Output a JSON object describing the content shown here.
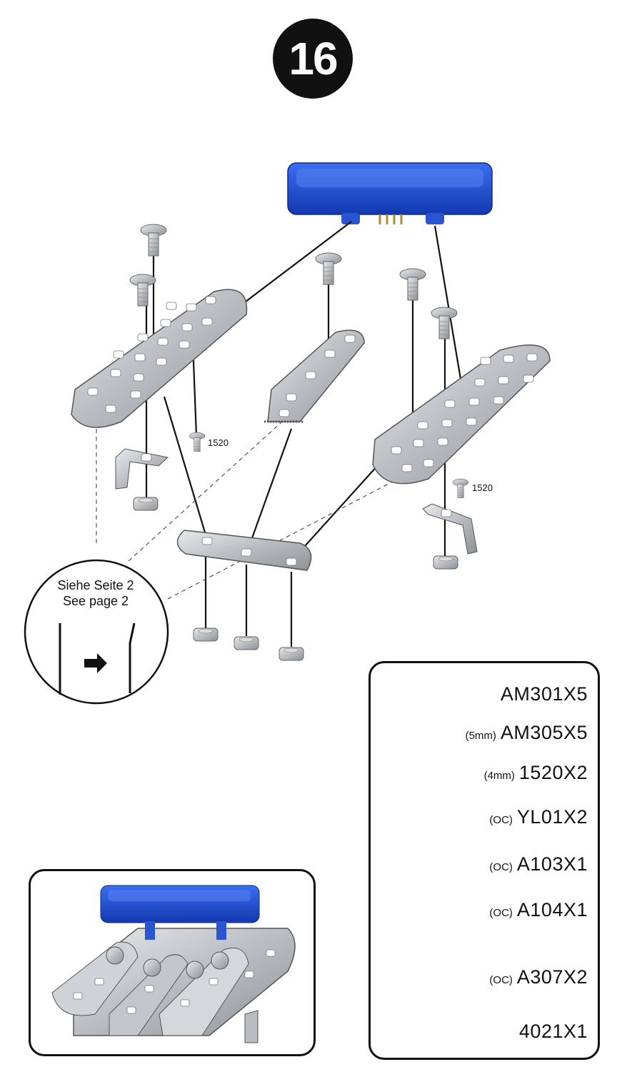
{
  "step": {
    "number": "16"
  },
  "diagram": {
    "labels": {
      "screw_4mm_left": "1520",
      "screw_4mm_right": "1520"
    },
    "callout": {
      "line1": "Siehe Seite 2",
      "line2": "See page 2"
    }
  },
  "parts": [
    {
      "icon": "nut-icon",
      "size": "",
      "code": "AM301X5"
    },
    {
      "icon": "screw-5mm-icon",
      "size": "(5mm)",
      "code": "AM305X5"
    },
    {
      "icon": "screw-4mm-icon",
      "size": "(4mm)",
      "code": "1520X2"
    },
    {
      "icon": "angle-bracket-icon",
      "size": "(OC)",
      "code": "YL01X2"
    },
    {
      "icon": "strip-a103-icon",
      "size": "(OC)",
      "code": "A103X1"
    },
    {
      "icon": "strip-a104-icon",
      "size": "(OC)",
      "code": "A104X1"
    },
    {
      "icon": "plate-a307-icon",
      "size": "(OC)",
      "code": "A307X2"
    },
    {
      "icon": "blue-module-icon",
      "size": "",
      "code": "4021X1"
    }
  ],
  "colors": {
    "module": "#1f4fd1",
    "metal": "#c9ccd0",
    "outline": "#111111"
  }
}
